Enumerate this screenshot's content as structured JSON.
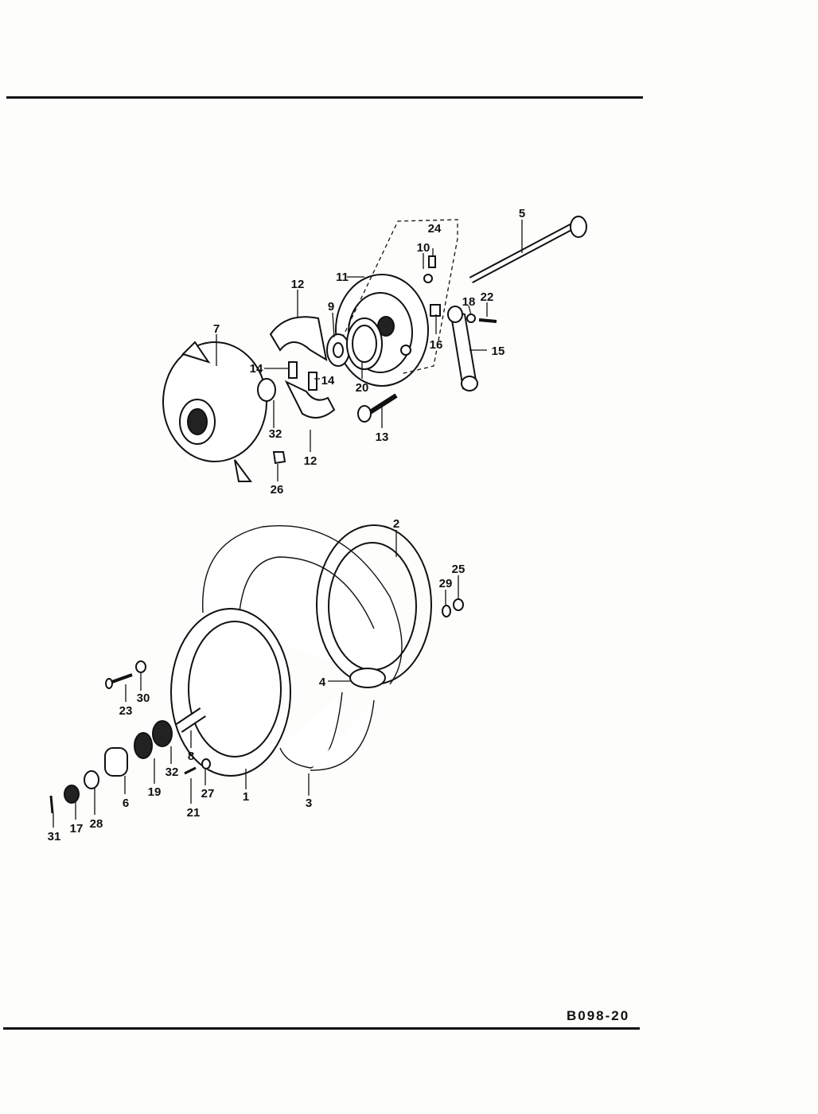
{
  "diagram_code": "B098-20",
  "callouts": {
    "c1": "1",
    "c2": "2",
    "c3": "3",
    "c4": "4",
    "c5": "5",
    "c6": "6",
    "c7": "7",
    "c8": "8",
    "c9": "9",
    "c10": "10",
    "c11": "11",
    "c12a": "12",
    "c12b": "12",
    "c13": "13",
    "c14a": "14",
    "c14b": "14",
    "c15": "15",
    "c16": "16",
    "c17": "17",
    "c18": "18",
    "c19": "19",
    "c20": "20",
    "c21": "21",
    "c22": "22",
    "c23": "23",
    "c24": "24",
    "c25": "25",
    "c26": "26",
    "c27": "27",
    "c28": "28",
    "c29": "29",
    "c30": "30",
    "c31": "31",
    "c32a": "32",
    "c32b": "32"
  }
}
